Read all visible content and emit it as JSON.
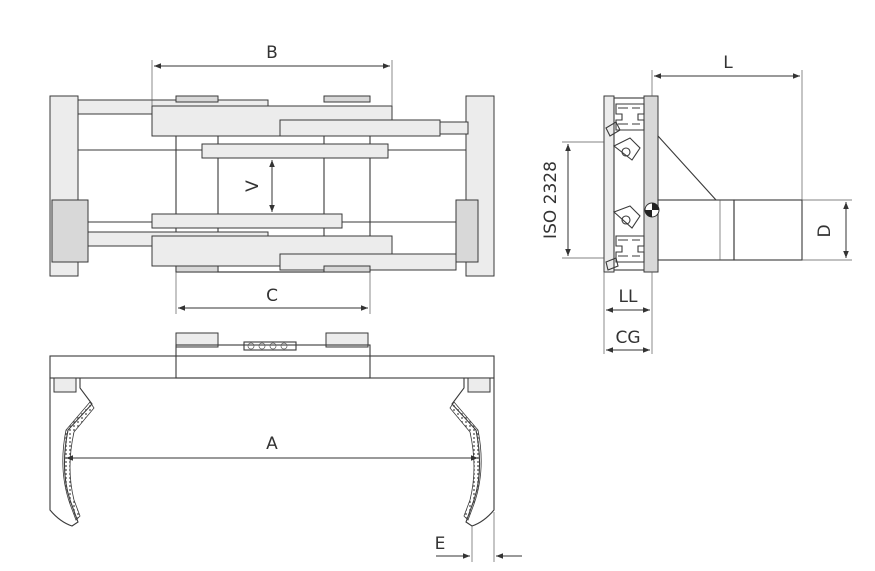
{
  "labels": {
    "B": "B",
    "V": "V",
    "C": "C",
    "L": "L",
    "iso": "ISO 2328",
    "D": "D",
    "LL": "LL",
    "CG": "CG",
    "A": "A",
    "E": "E"
  },
  "colors": {
    "line": "#3a3a3a",
    "fill_light": "#ececec",
    "fill_dark": "#d8d8d8",
    "background": "#ffffff"
  }
}
